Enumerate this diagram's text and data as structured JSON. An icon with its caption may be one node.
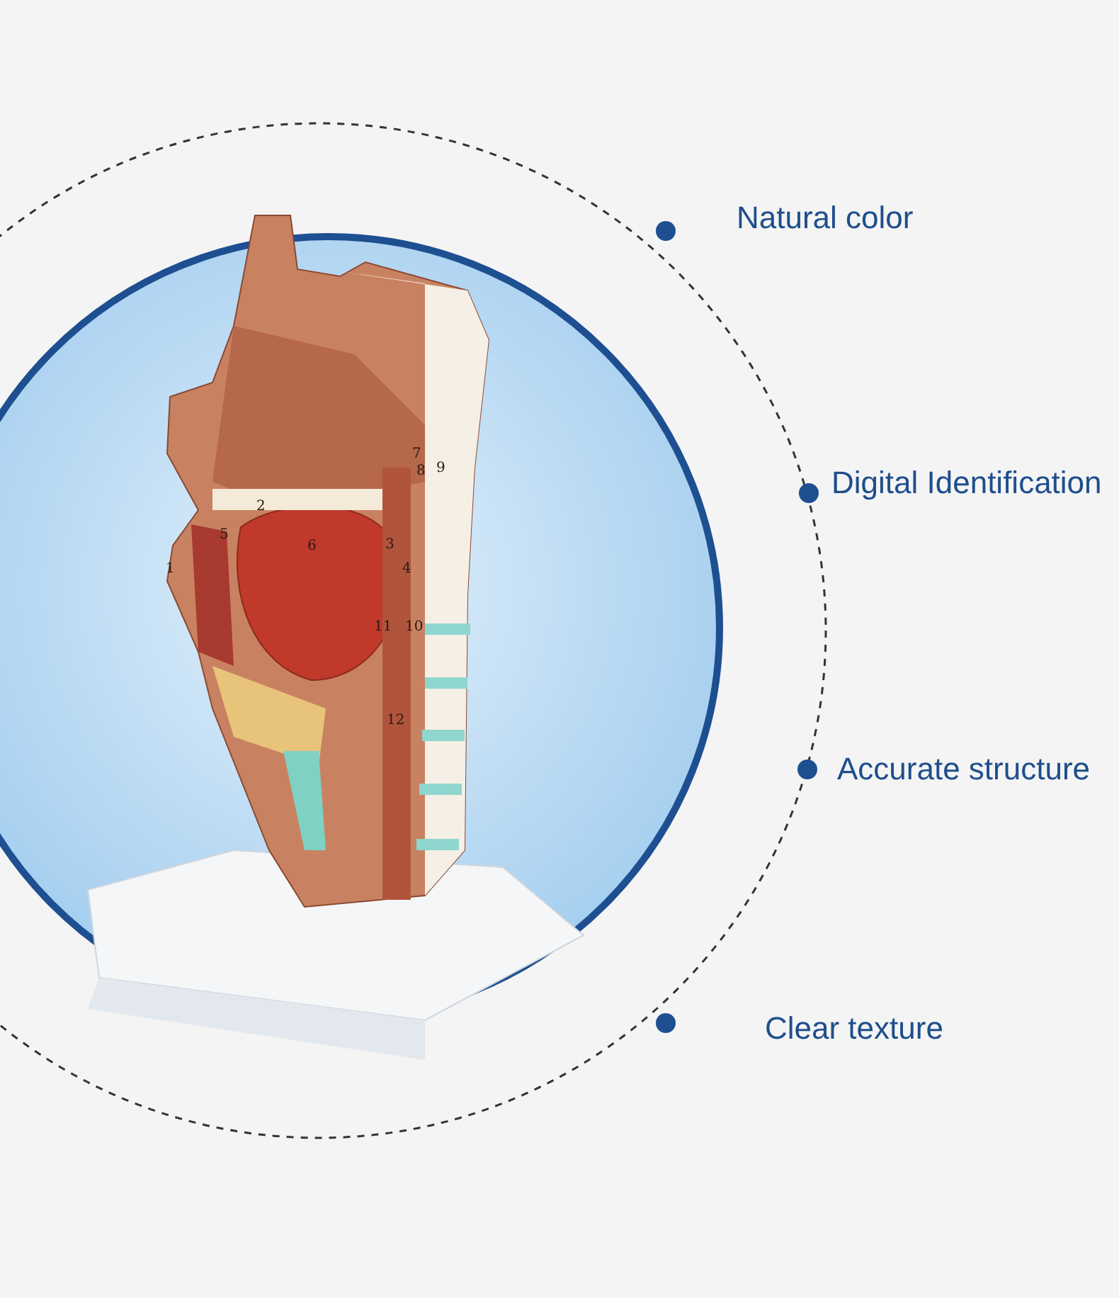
{
  "diagram": {
    "labels": [
      "Natural color",
      "Digital Identification",
      "Accurate structure",
      "Clear texture",
      "1",
      "2",
      "3",
      "4",
      "5",
      "6",
      "7",
      "8",
      "9",
      "10",
      "11",
      "12"
    ]
  }
}
